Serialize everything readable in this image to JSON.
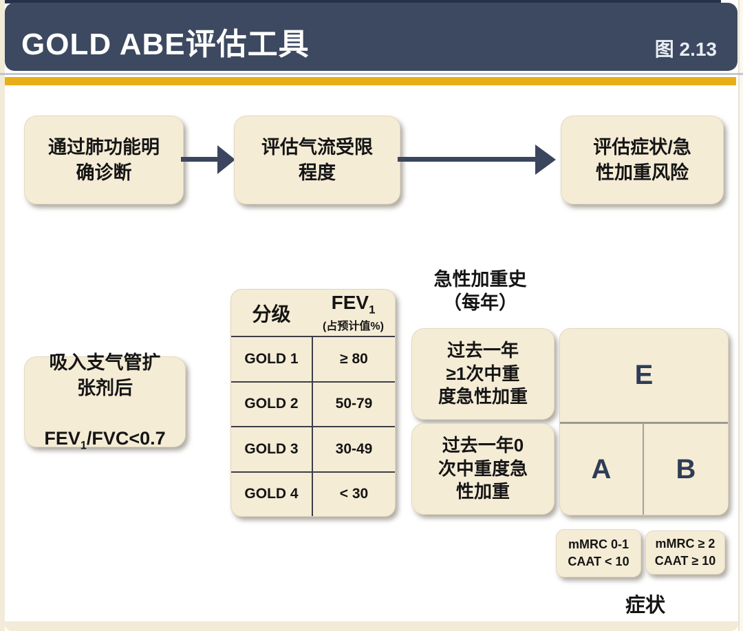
{
  "header": {
    "title": "GOLD ABE评估工具",
    "figure_label": "图 2.13"
  },
  "flow": {
    "step1": "通过肺功能明\n确诊断",
    "step2": "评估气流受限\n程度",
    "step3": "评估症状/急\n性加重风险"
  },
  "spirometry": {
    "line1": "吸入支气管扩\n张剂后",
    "fev": "FEV",
    "fev_sub": "1",
    "fvc_suffix": "/FVC<0.7"
  },
  "grade_table": {
    "col1_header": "分级",
    "col2_header": "FEV",
    "col2_header_sub": "1",
    "col2_header_note": "(占预计值%)",
    "rows": [
      {
        "grade": "GOLD 1",
        "value": "≥ 80"
      },
      {
        "grade": "GOLD 2",
        "value": "50-79"
      },
      {
        "grade": "GOLD 3",
        "value": "30-49"
      },
      {
        "grade": "GOLD 4",
        "value": "< 30"
      }
    ]
  },
  "exacerbation": {
    "axis_label": "急性加重史\n（每年）",
    "high_box": "过去一年\n≥1次中重\n度急性加重",
    "low_box": "过去一年0\n次中重度急\n性加重"
  },
  "groups": {
    "e": "E",
    "a": "A",
    "b": "B"
  },
  "symptoms": {
    "low_box": "mMRC 0-1\nCAAT < 10",
    "high_box": "mMRC ≥ 2\nCAAT ≥ 10",
    "axis_label": "症状"
  },
  "colors": {
    "header_navy": "#3c4960",
    "top_strip_navy": "#27324a",
    "gold_bar": "#e9ae17",
    "cream_box": "#f5ecd6",
    "group_letter_navy": "#2e3d57",
    "arrow_navy": "#3a465e"
  }
}
